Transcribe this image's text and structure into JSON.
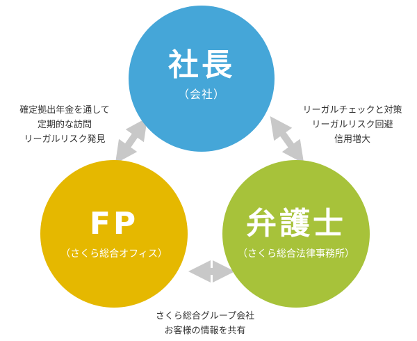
{
  "colors": {
    "ceo": "#45a6d8",
    "fp": "#e5b800",
    "lawyer": "#a7c23a",
    "arrow": "#c8c8c8",
    "text": "#333333"
  },
  "nodes": {
    "ceo": {
      "title": "社長",
      "subtitle": "（会社）"
    },
    "fp": {
      "title": "FP",
      "subtitle": "（さくら総合オフィス）"
    },
    "lawyer": {
      "title": "弁護士",
      "subtitle": "（さくら総合法律事務所）"
    }
  },
  "relations": {
    "ceo_fp": [
      "確定拠出年金を通して",
      "定期的な訪問",
      "リーガルリスク発見"
    ],
    "ceo_lawyer": [
      "リーガルチェックと対策",
      "リーガルリスク回避",
      "信用増大"
    ],
    "fp_lawyer": [
      "さくら総合グループ会社",
      "お客様の情報を共有"
    ]
  },
  "icons": [
    "double-arrow-icon",
    "double-arrow-icon",
    "double-arrow-icon"
  ]
}
